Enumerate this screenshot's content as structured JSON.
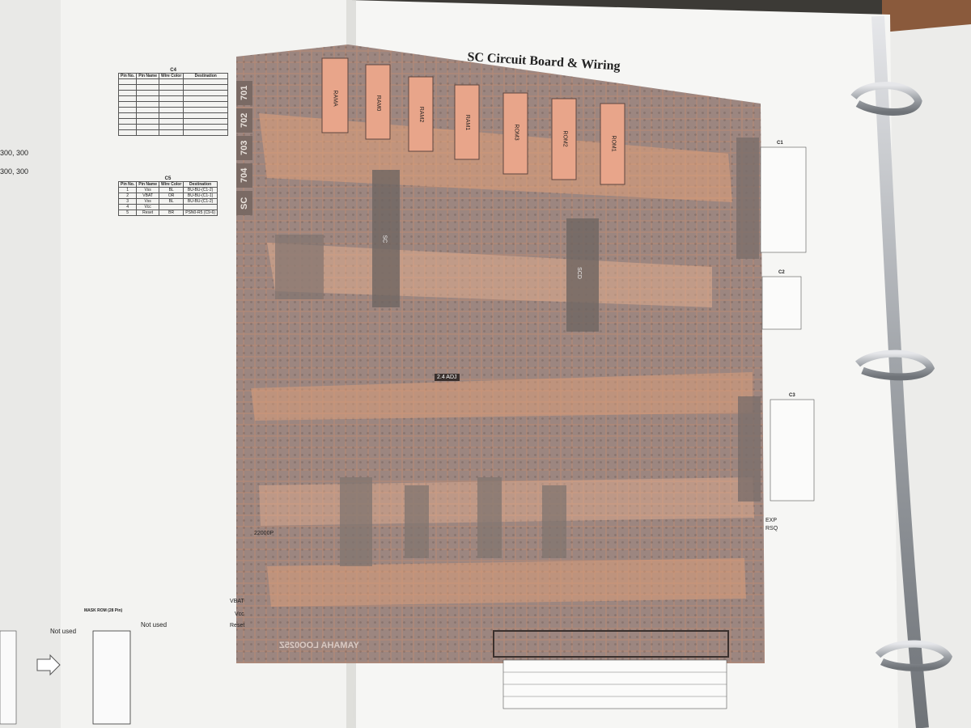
{
  "title": "SC Circuit Board & Wiring",
  "side_codes": [
    "701",
    "702",
    "703",
    "704",
    "SC"
  ],
  "left_page_text": [
    "300, 300",
    "300, 300"
  ],
  "chips": [
    "RAMA",
    "RAM0",
    "RAM2",
    "RAM1",
    "ROM3",
    "ROM2",
    "ROM1"
  ],
  "board_labels": [
    "SC",
    "SCD",
    "2.4 ADJ",
    "22000P",
    "VBAT",
    "Vcc",
    "Reset",
    "EXP",
    "RSQ",
    "YAMAHA LOO025Z"
  ],
  "tables": {
    "c4": {
      "caption": "C4",
      "headers": [
        "Pin No.",
        "Pin Name",
        "Wire Color",
        "Destination"
      ]
    },
    "c5": {
      "caption": "C5",
      "headers": [
        "Pin No.",
        "Pin Name",
        "Wire Color",
        "Destination"
      ],
      "rows": [
        [
          "1",
          "Vss",
          "BL",
          "BU-BU-(C1-2)"
        ],
        [
          "2",
          "VBAT",
          "OR",
          "BU-BU-(C1-1)"
        ],
        [
          "3",
          "Vss",
          "BL",
          "BU-BU-(C1-2)"
        ],
        [
          "4",
          "Vcc",
          "",
          ""
        ],
        [
          "5",
          "Reset",
          "BR",
          "PSN0-R5 (C9-6)"
        ]
      ]
    },
    "c1": {
      "caption": "C1"
    },
    "c2": {
      "caption": "C2"
    },
    "c3": {
      "caption": "C3"
    }
  },
  "mask_rom": {
    "title": "MASK ROM (28 Pin)",
    "not_used_left": "Not used",
    "not_used_right": "Not used"
  },
  "colors": {
    "board_bg": "#9c8680",
    "trace_orange": "#e0a07a",
    "chip_fill": "#e8a58a",
    "paper": "#f4f4f2",
    "binder_ring": "#b9bcc0"
  }
}
